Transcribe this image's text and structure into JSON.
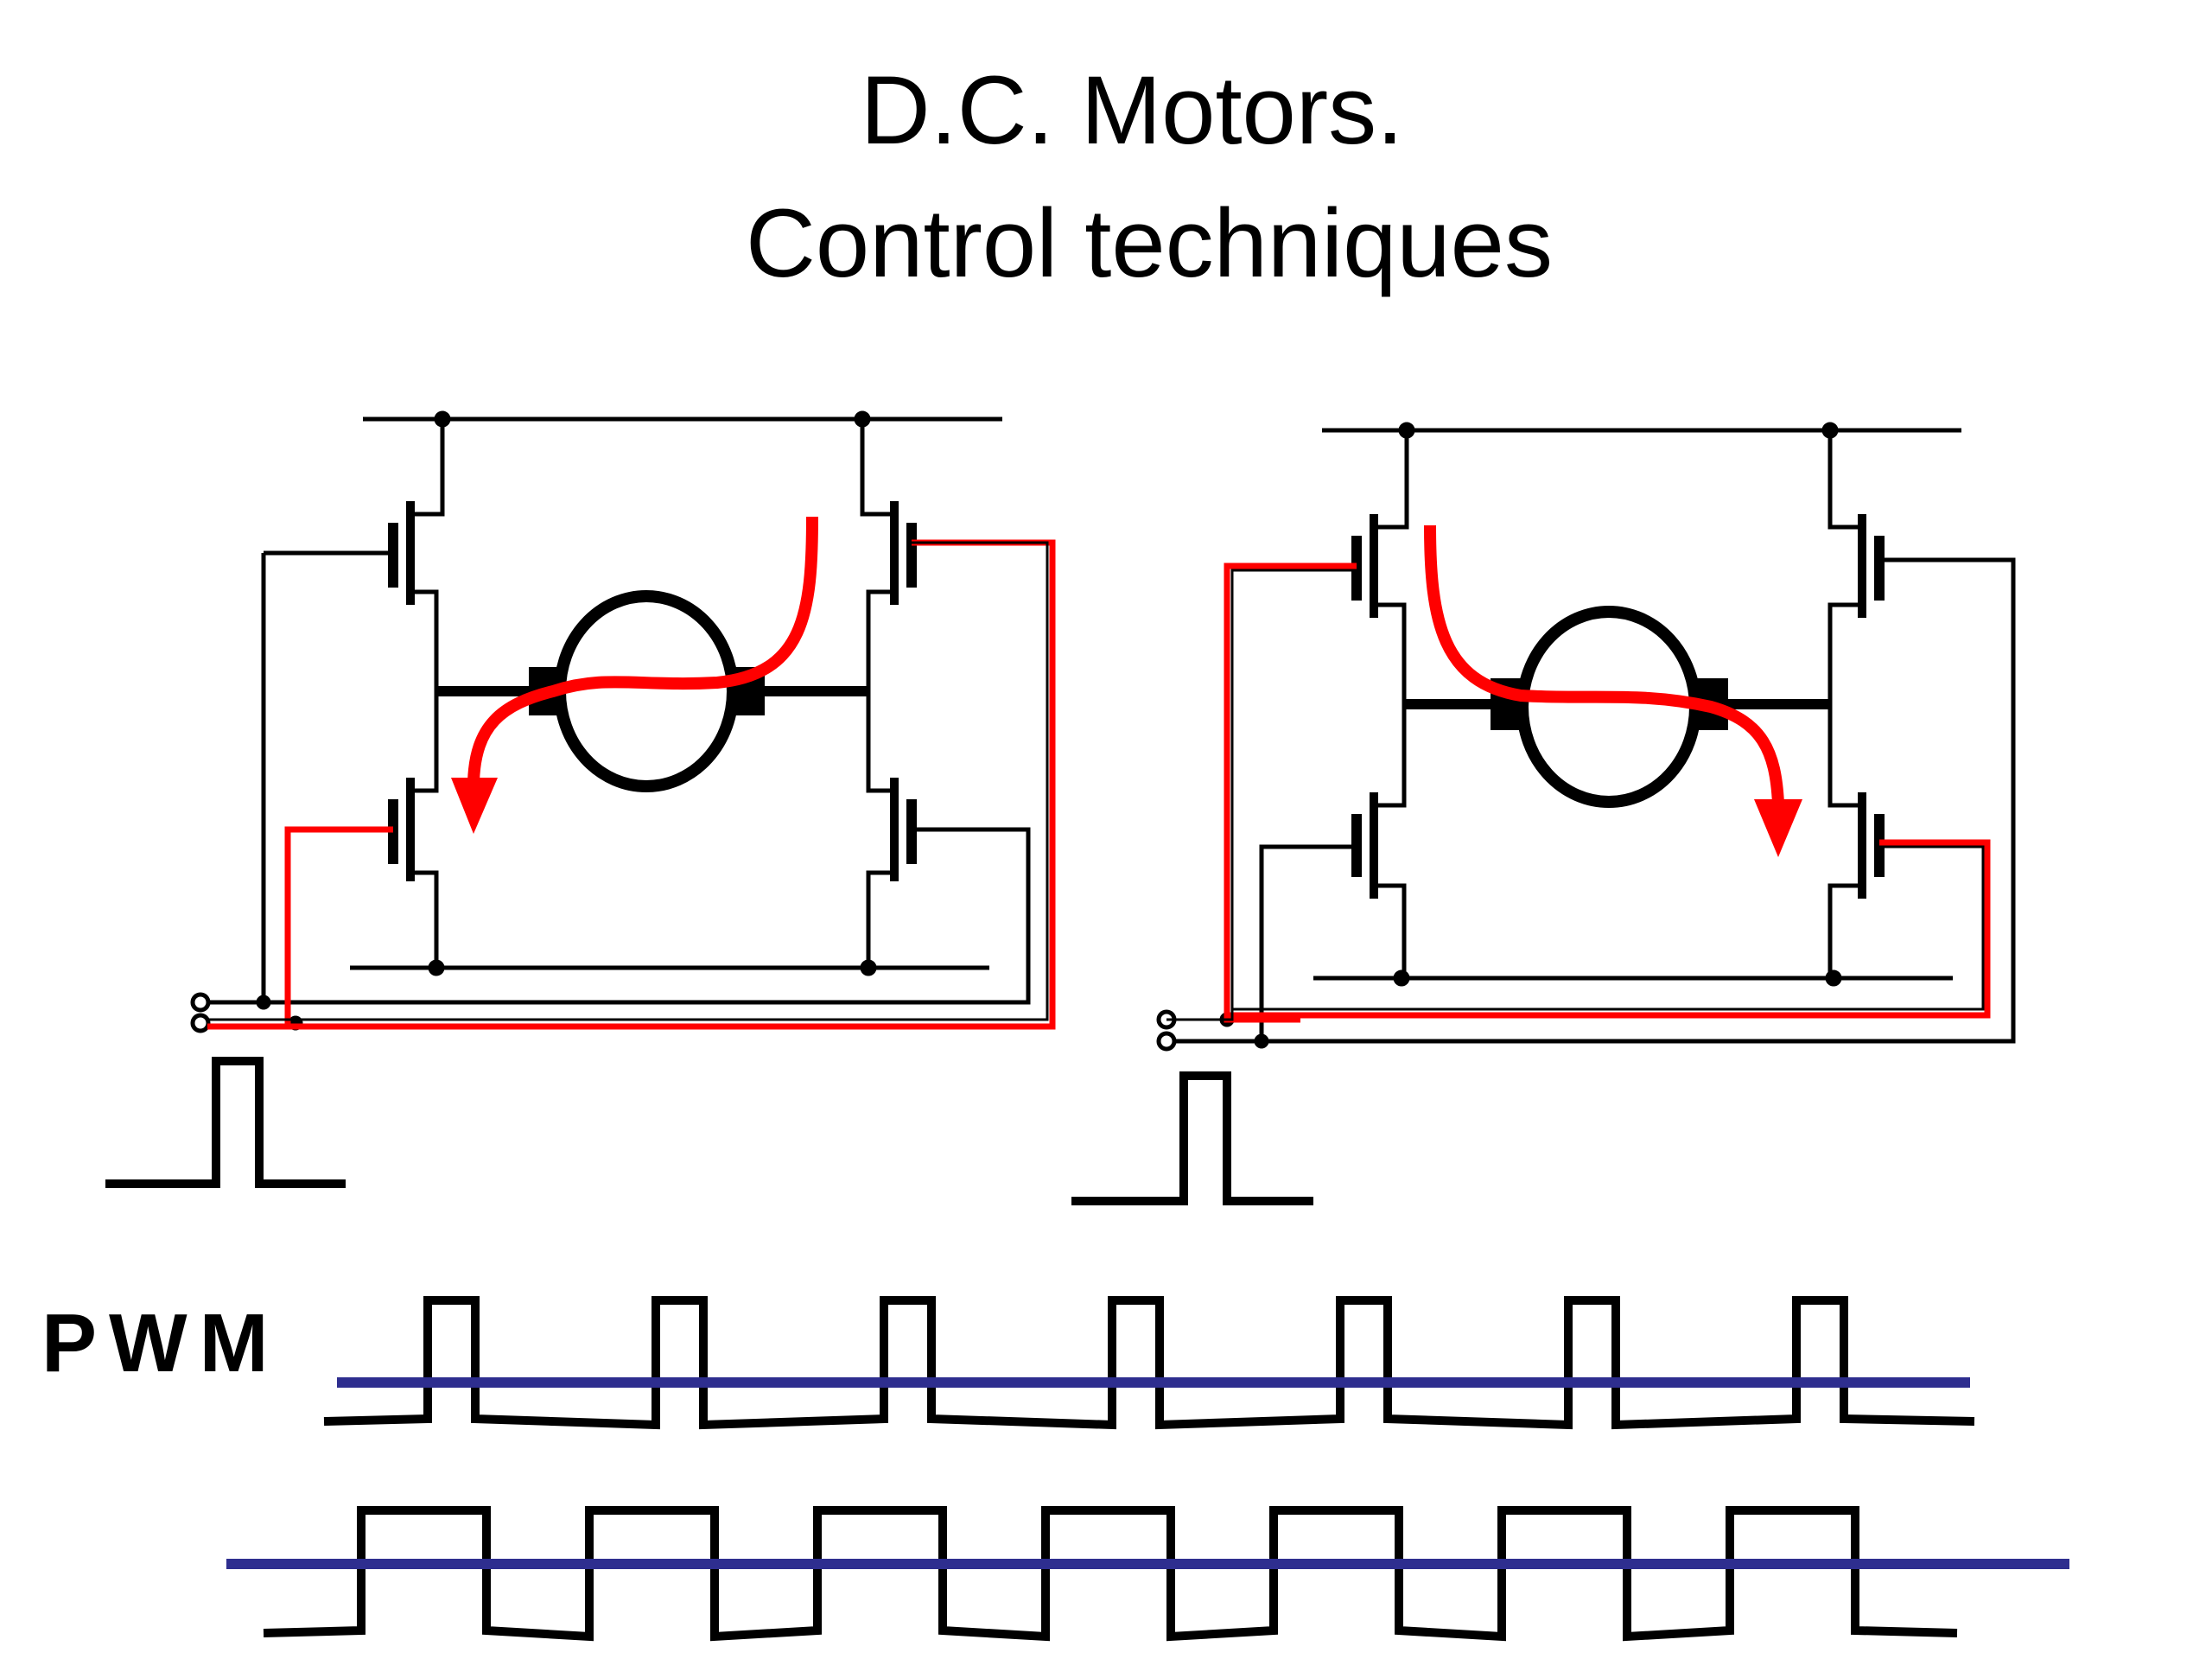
{
  "slide": {
    "title_line1": "D.C. Motors.",
    "title_line2": "Control techniques",
    "pwm_label": "PWM"
  },
  "colors": {
    "wire": "#000000",
    "current_path": "#ff0000",
    "reference_level": "#2e2e8f"
  },
  "diagram": {
    "left_bridge": {
      "current_direction": "right-to-left"
    },
    "right_bridge": {
      "current_direction": "left-to-right"
    },
    "pwm_waveforms": [
      {
        "name": "narrow-duty",
        "pulses": 7
      },
      {
        "name": "wide-duty",
        "pulses": 7
      }
    ]
  }
}
